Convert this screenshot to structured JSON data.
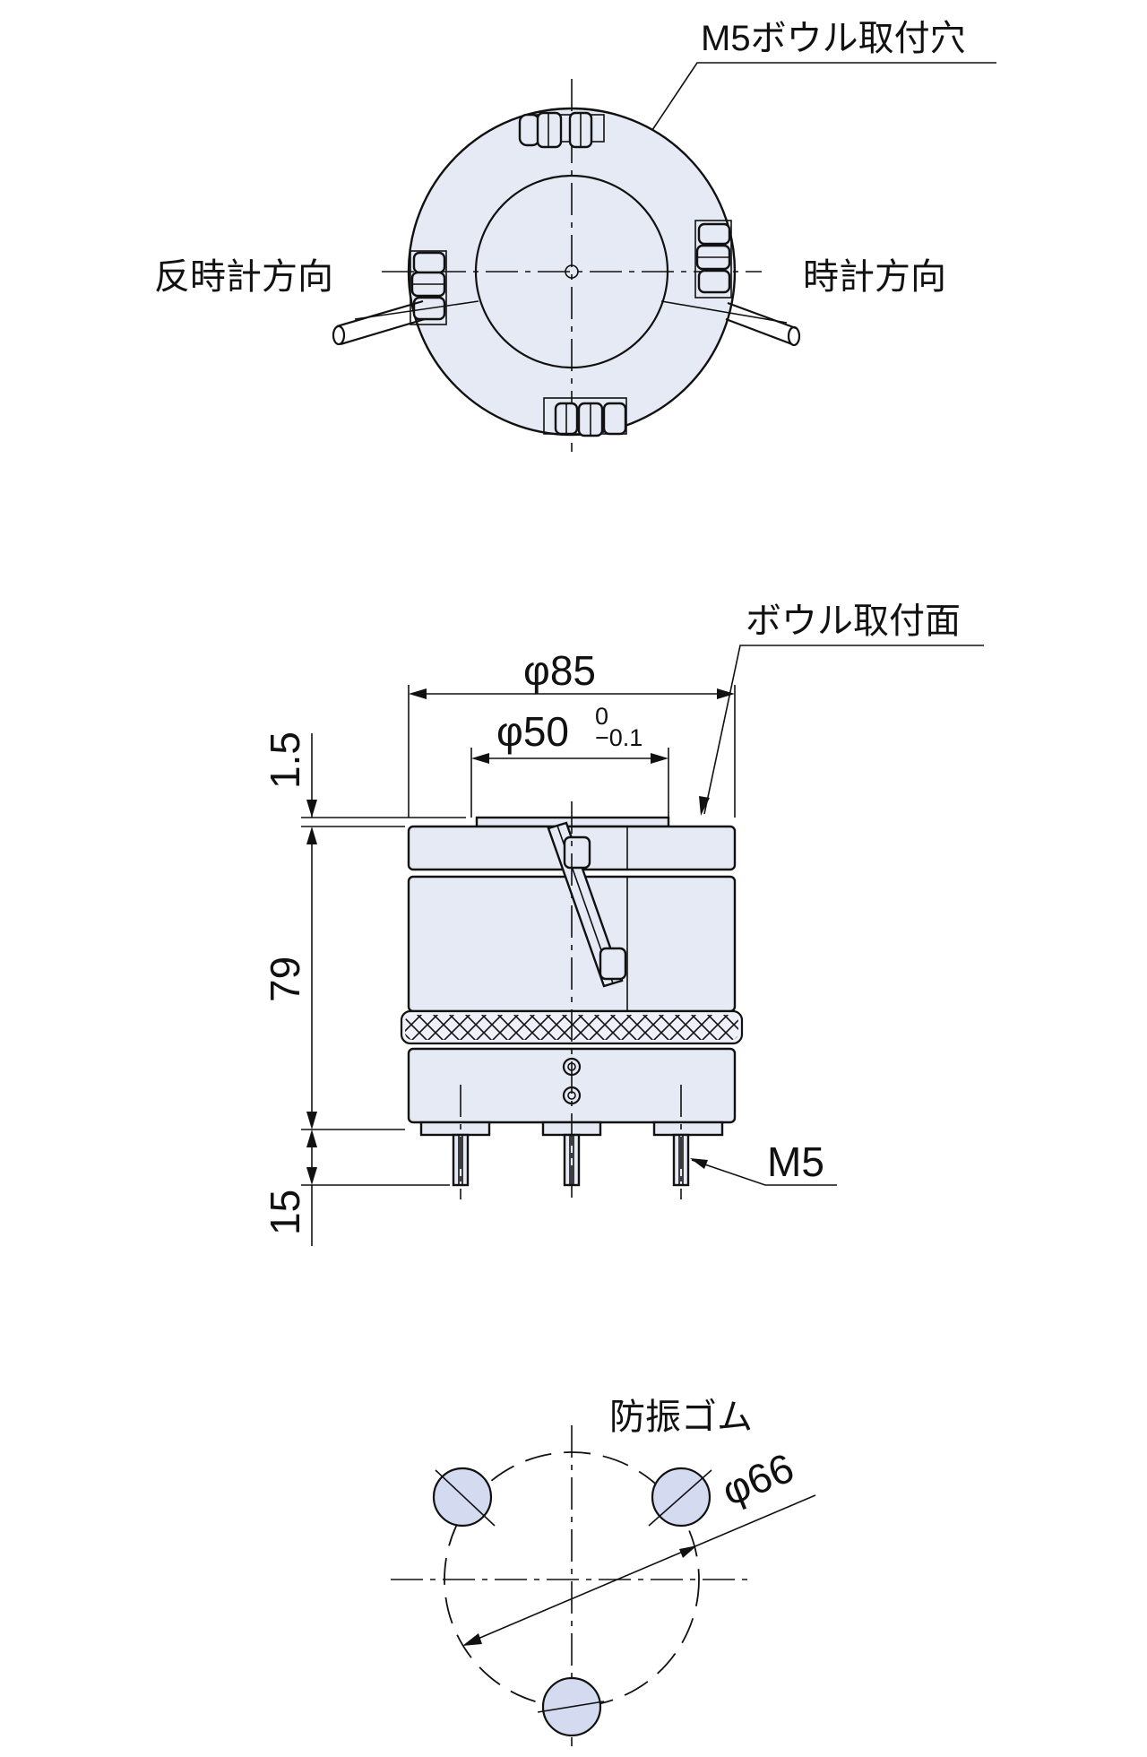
{
  "labels": {
    "bowl_mount_hole": "M5ボウル取付穴",
    "counterclockwise": "反時計方向",
    "clockwise": "時計方向",
    "bowl_mount_face": "ボウル取付面",
    "thread": "M5",
    "rubber_feet": "防振ゴム"
  },
  "dimensions": {
    "outer_diameter": "φ85",
    "bowl_diameter": "φ50",
    "bowl_tol_upper": "0",
    "bowl_tol_lower": "−0.1",
    "top_offset": "1.5",
    "body_height": "79",
    "stud_length": "15",
    "foot_circle": "φ66"
  },
  "colors": {
    "body_fill": "#e6eaf5",
    "line": "#111111"
  }
}
